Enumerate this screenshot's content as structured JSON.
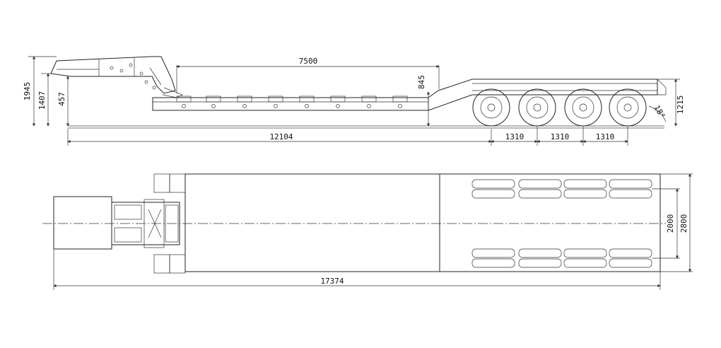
{
  "side_view": {
    "dimensions": {
      "deck_length": "7500",
      "total_height": "1945",
      "gooseneck_height": "1407",
      "front_platform_height": "457",
      "deck_height": "845",
      "rear_height": "1215",
      "wheelbase_main": "12104",
      "axle_spacing": [
        "1310",
        "1310",
        "1310"
      ],
      "departure_angle": "18°"
    }
  },
  "top_view": {
    "dimensions": {
      "total_length": "17374",
      "track_width": "2000",
      "overall_width": "2800"
    }
  }
}
